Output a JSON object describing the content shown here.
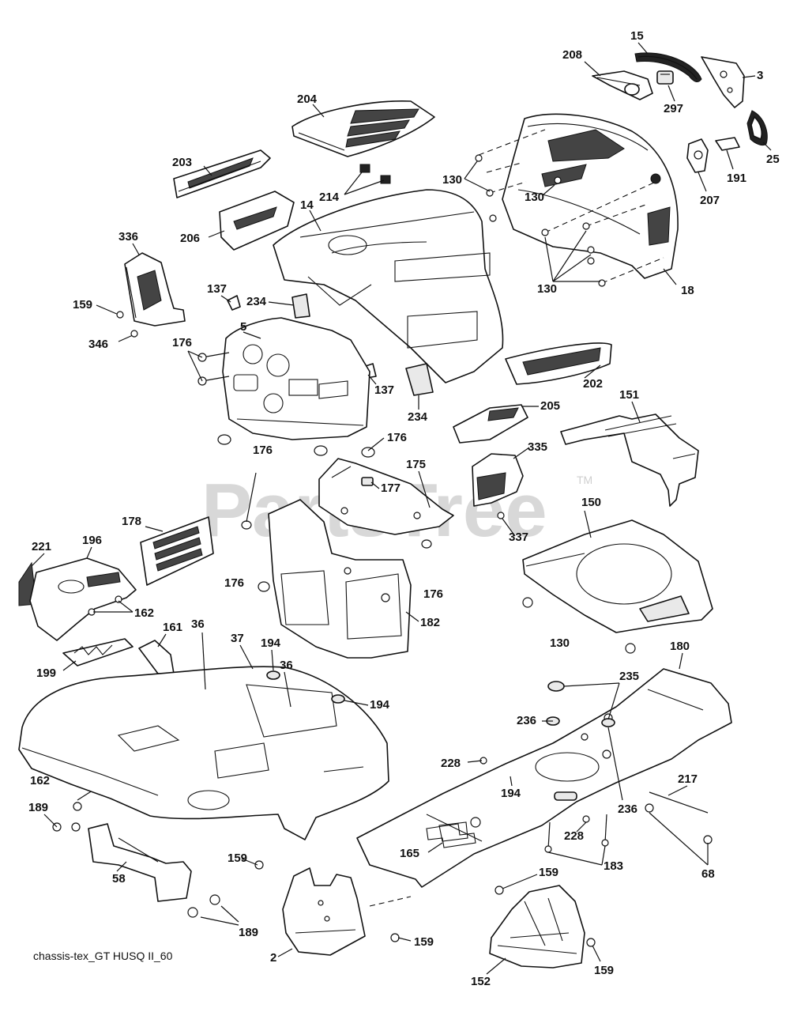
{
  "diagram": {
    "caption": "chassis-tex_GT HUSQ II_60",
    "watermark": "PartsTree",
    "watermark_tm": "TM",
    "callouts": [
      "15",
      "208",
      "3",
      "297",
      "25",
      "204",
      "191",
      "207",
      "130",
      "203",
      "214",
      "14",
      "206",
      "336",
      "137",
      "234",
      "18",
      "159",
      "346",
      "5",
      "176",
      "202",
      "205",
      "151",
      "175",
      "177",
      "335",
      "178",
      "150",
      "221",
      "196",
      "162",
      "337",
      "182",
      "36",
      "161",
      "37",
      "194",
      "199",
      "180",
      "235",
      "236",
      "228",
      "189",
      "58",
      "165",
      "183",
      "68",
      "217",
      "152",
      "2"
    ],
    "accent_color": "#111111",
    "hatch_color": "#444444"
  }
}
